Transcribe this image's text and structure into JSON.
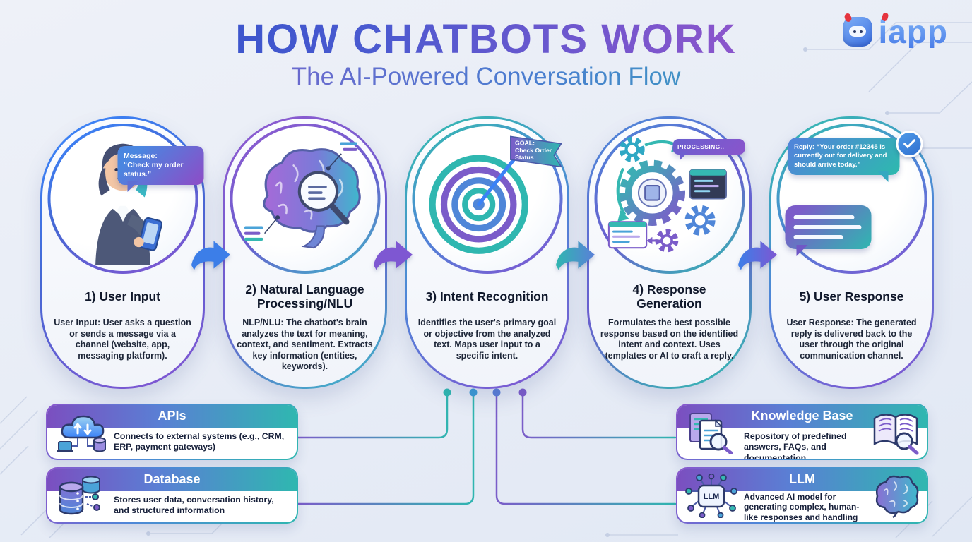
{
  "header": {
    "title": "HOW CHATBOTS WORK",
    "subtitle": "The AI-Powered Conversation Flow",
    "logo_text": "iapp"
  },
  "steps": [
    {
      "title": "1) User Input",
      "description": "User Input: User asks a question or sends a message via a channel (website, app, messaging platform).",
      "icon": "user-with-phone-illustration",
      "bubble_label": "Message:",
      "bubble_text": "“Check my order status.”"
    },
    {
      "title": "2) Natural Language Processing/NLU",
      "description": "NLP/NLU: The chatbot's brain analyzes the text for meaning, context, and sentiment. Extracts key information (entities, keywords).",
      "icon": "brain-magnifier-illustration"
    },
    {
      "title": "3) Intent Recognition",
      "description": "Identifies the user's primary goal or objective from the analyzed text. Maps user input to a specific intent.",
      "icon": "target-dart-illustration",
      "flag_lines": [
        "GOAL:",
        "Check Order",
        "Status"
      ]
    },
    {
      "title": "4) Response Generation",
      "description": "Formulates the best possible response based on the identified intent and context. Uses templates or AI to craft a reply.",
      "icon": "gears-illustration",
      "bubble": "PROCESSING.."
    },
    {
      "title": "5) User Response",
      "description": "User Response: The generated reply is delivered back to the user through the original communication channel.",
      "icon": "chat-bubbles-illustration",
      "bubble": "Reply: “Your order #12345 is currently out for delivery and should arrive today.”"
    }
  ],
  "resources": [
    {
      "title": "APIs",
      "description": "Connects to external systems (e.g., CRM, ERP, payment gateways)",
      "icon": "cloud-api-icon"
    },
    {
      "title": "Database",
      "description": "Stores user data, conversation history, and structured information",
      "icon": "database-icon"
    },
    {
      "title": "Knowledge Base",
      "description": "Repository of predefined answers, FAQs, and documentation",
      "icon": "documents-search-icon",
      "icon_right": "open-book-search-icon"
    },
    {
      "title": "LLM",
      "description": "Advanced AI model for generating complex, human-like responses and handling open-ended queries",
      "icon": "llm-chip-icon",
      "icon_right": "brain-icon",
      "chip_label": "LLM"
    }
  ],
  "colors": {
    "accent_blue": "#3b82f6",
    "accent_purple": "#7b5cc9",
    "accent_teal": "#2fb7b0",
    "title_gradient": [
      "#2b50c8",
      "#9b59d0"
    ],
    "subtitle_gradient": [
      "#8a55cc",
      "#2fb7b0"
    ]
  }
}
